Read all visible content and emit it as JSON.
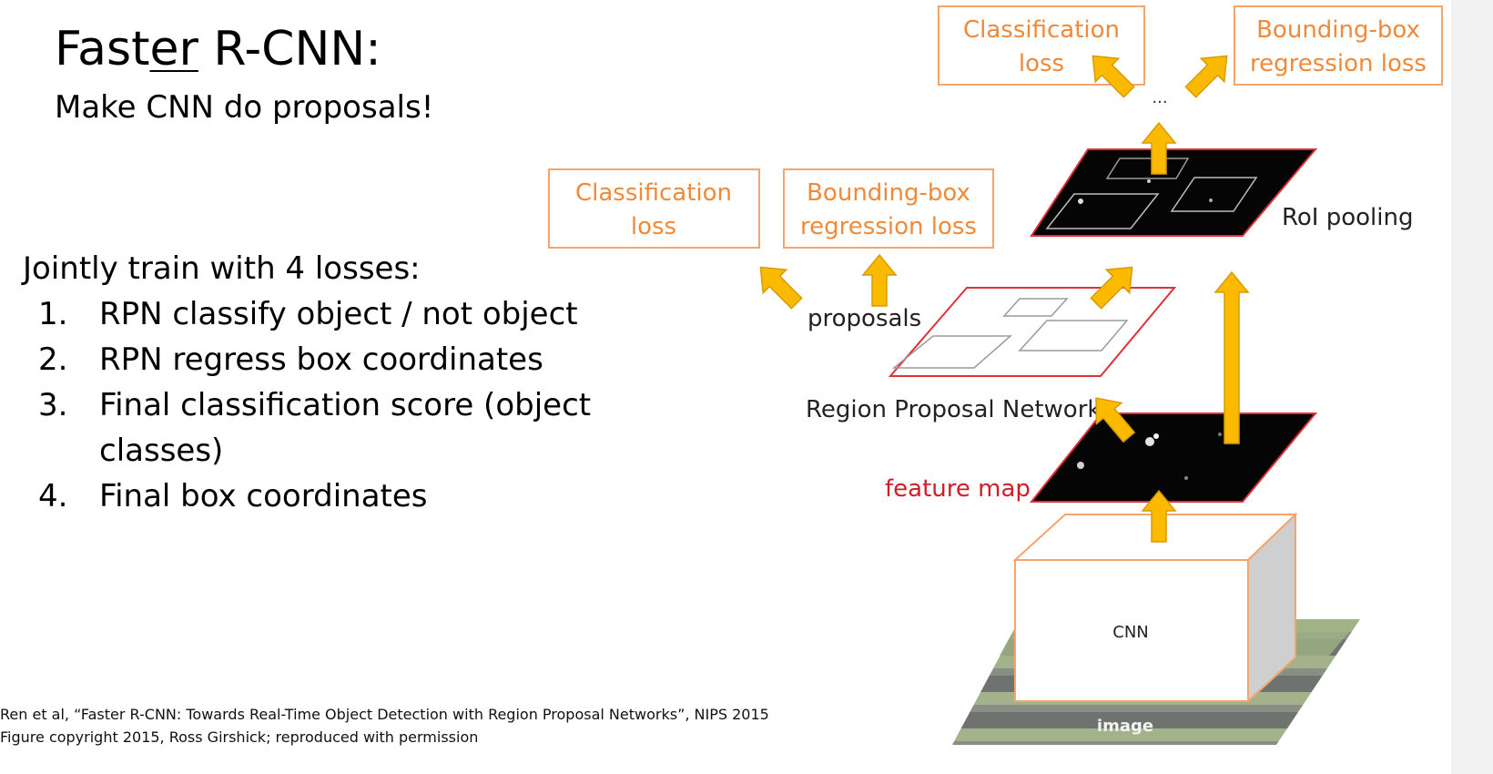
{
  "slide": {
    "title_prefix": "Fast",
    "title_underlined": "er",
    "title_suffix": " R-CNN:",
    "subtitle": "Make CNN do proposals!",
    "intro": "Jointly train with 4 losses:",
    "losses": [
      {
        "num": "1.",
        "text": "RPN classify object / not object"
      },
      {
        "num": "2.",
        "text": "RPN regress box coordinates"
      },
      {
        "num": "3.",
        "text": "Final classification score (object classes)"
      },
      {
        "num": "4.",
        "text": "Final box coordinates"
      }
    ],
    "citation_line1": "Ren et al, “Faster R-CNN: Towards Real-Time Object Detection with Region Proposal Networks”, NIPS 2015",
    "citation_line2": "Figure copyright 2015, Ross Girshick; reproduced with permission"
  },
  "diagram": {
    "top_cls_loss_line1": "Classification",
    "top_cls_loss_line2": "loss",
    "top_bbox_loss_line1": "Bounding-box",
    "top_bbox_loss_line2": "regression loss",
    "rpn_cls_loss_line1": "Classification",
    "rpn_cls_loss_line2": "loss",
    "rpn_bbox_loss_line1": "Bounding-box",
    "rpn_bbox_loss_line2": "regression loss",
    "ellipsis": "...",
    "roi_pooling": "RoI pooling",
    "proposals": "proposals",
    "rpn": "Region Proposal Network",
    "feature_map": "feature map",
    "cnn": "CNN",
    "image": "image"
  },
  "colors": {
    "loss_box_border": "#f5a46b",
    "loss_text": "#ee8a3a",
    "arrow_fill": "#fbb900",
    "arrow_stroke": "#d89b00",
    "feature_map_border": "#e0303a",
    "feature_map_label": "#d01e28",
    "cnn_box_border": "#f5a46b"
  }
}
